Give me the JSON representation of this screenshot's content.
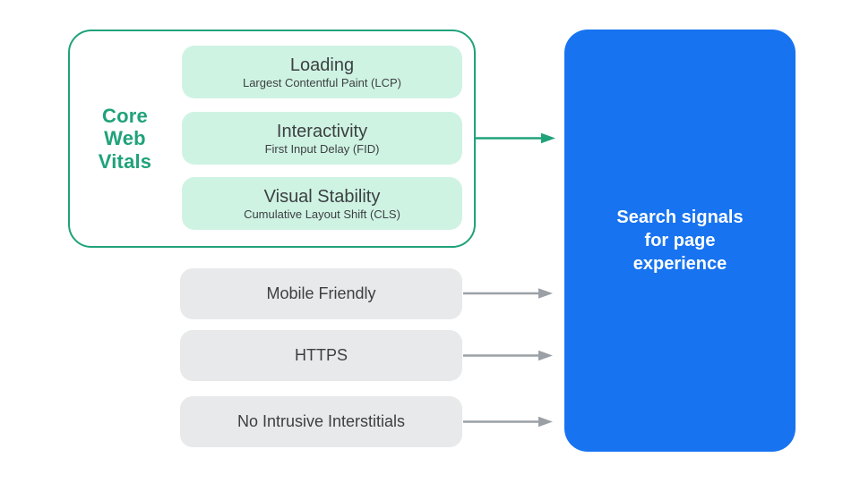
{
  "diagram": {
    "title_semantic": "Search signals for page experience diagram"
  },
  "core_web_vitals": {
    "label_lines": [
      "Core",
      "Web",
      "Vitals"
    ],
    "items": [
      {
        "title": "Loading",
        "subtitle": "Largest Contentful Paint (LCP)"
      },
      {
        "title": "Interactivity",
        "subtitle": "First Input Delay (FID)"
      },
      {
        "title": "Visual Stability",
        "subtitle": "Cumulative Layout Shift (CLS)"
      }
    ]
  },
  "other_signals": [
    {
      "label": "Mobile Friendly"
    },
    {
      "label": "HTTPS"
    },
    {
      "label": "No Intrusive Interstitials"
    }
  ],
  "result_box": {
    "lines": [
      "Search signals",
      "for page",
      "experience"
    ]
  },
  "colors": {
    "green_accent": "#20A27A",
    "mint_fill": "#CFF3E3",
    "gray_fill": "#E8E9EA",
    "gray_arrow": "#9AA0A6",
    "blue_fill": "#1773F0",
    "dark_text": "#3C4043",
    "white_text": "#FFFFFF"
  }
}
